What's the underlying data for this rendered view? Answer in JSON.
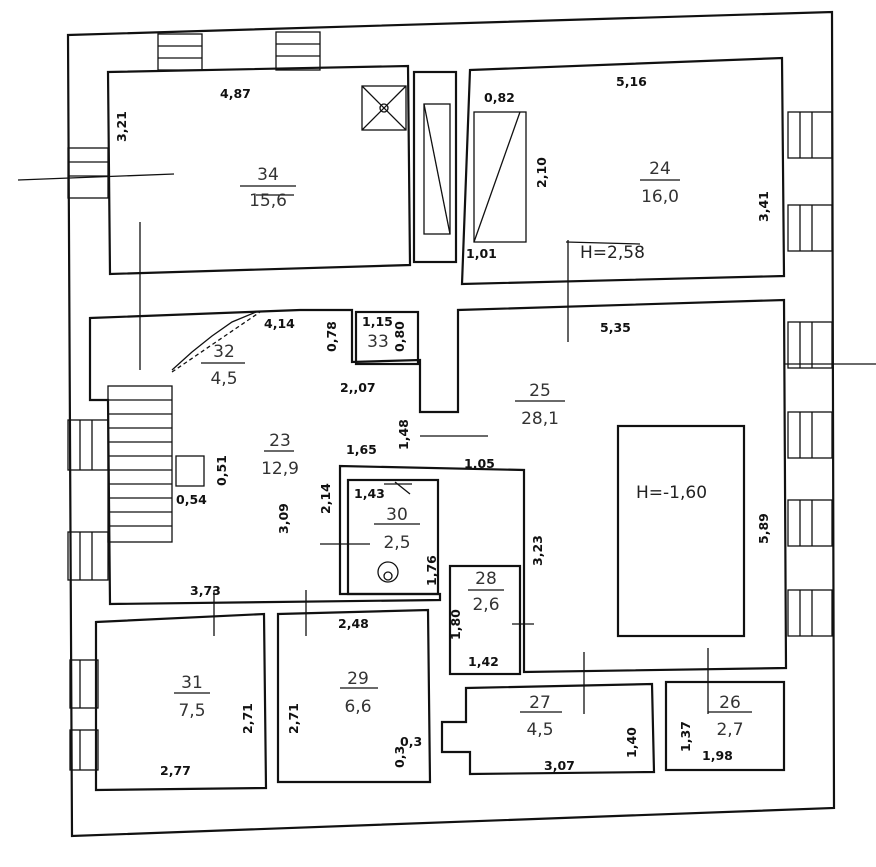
{
  "rooms": [
    {
      "num": "34",
      "area": "15,6"
    },
    {
      "num": "24",
      "area": "16,0"
    },
    {
      "num": "32",
      "area": "4,5"
    },
    {
      "num": "33",
      "area": ""
    },
    {
      "num": "25",
      "area": "28,1"
    },
    {
      "num": "23",
      "area": "12,9"
    },
    {
      "num": "30",
      "area": "2,5"
    },
    {
      "num": "28",
      "area": "2,6"
    },
    {
      "num": "31",
      "area": "7,5"
    },
    {
      "num": "29",
      "area": "6,6"
    },
    {
      "num": "27",
      "area": "4,5"
    },
    {
      "num": "26",
      "area": "2,7"
    }
  ],
  "dims": [
    "4,87",
    "3,21",
    "0,82",
    "5,16",
    "2,10",
    "3,41",
    "1,01",
    "4,14",
    "0,78",
    "1,15",
    "0,80",
    "2,,07",
    "5,35",
    "1,48",
    "1,65",
    "1,05",
    "0,51",
    "0,54",
    "3,09",
    "2,14",
    "1,43",
    "1,76",
    "3,23",
    "5,89",
    "3,73",
    "2,48",
    "1,80",
    "1,42",
    "2,71",
    "2,71",
    "0,3",
    "0,3",
    "1,40",
    "1,37",
    "2,77",
    "3,07",
    "1,98"
  ],
  "heights": [
    "H=2,58",
    "H=-1,60"
  ]
}
